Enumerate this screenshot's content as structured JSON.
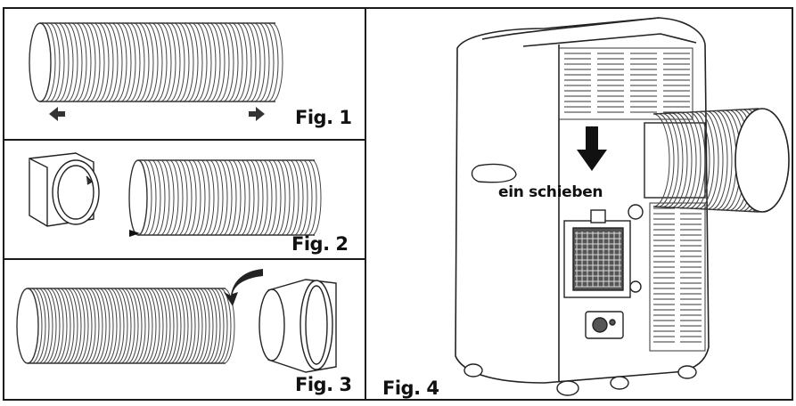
{
  "figures": [
    {
      "label": "Fig. 1"
    },
    {
      "label": "Fig. 2"
    },
    {
      "label": "Fig. 3"
    },
    {
      "label": "Fig. 4"
    }
  ],
  "callout": "ein schieben",
  "colors": {
    "line": "#1a1a1a",
    "paper": "#ffffff",
    "grey": "#9a9a9a"
  }
}
